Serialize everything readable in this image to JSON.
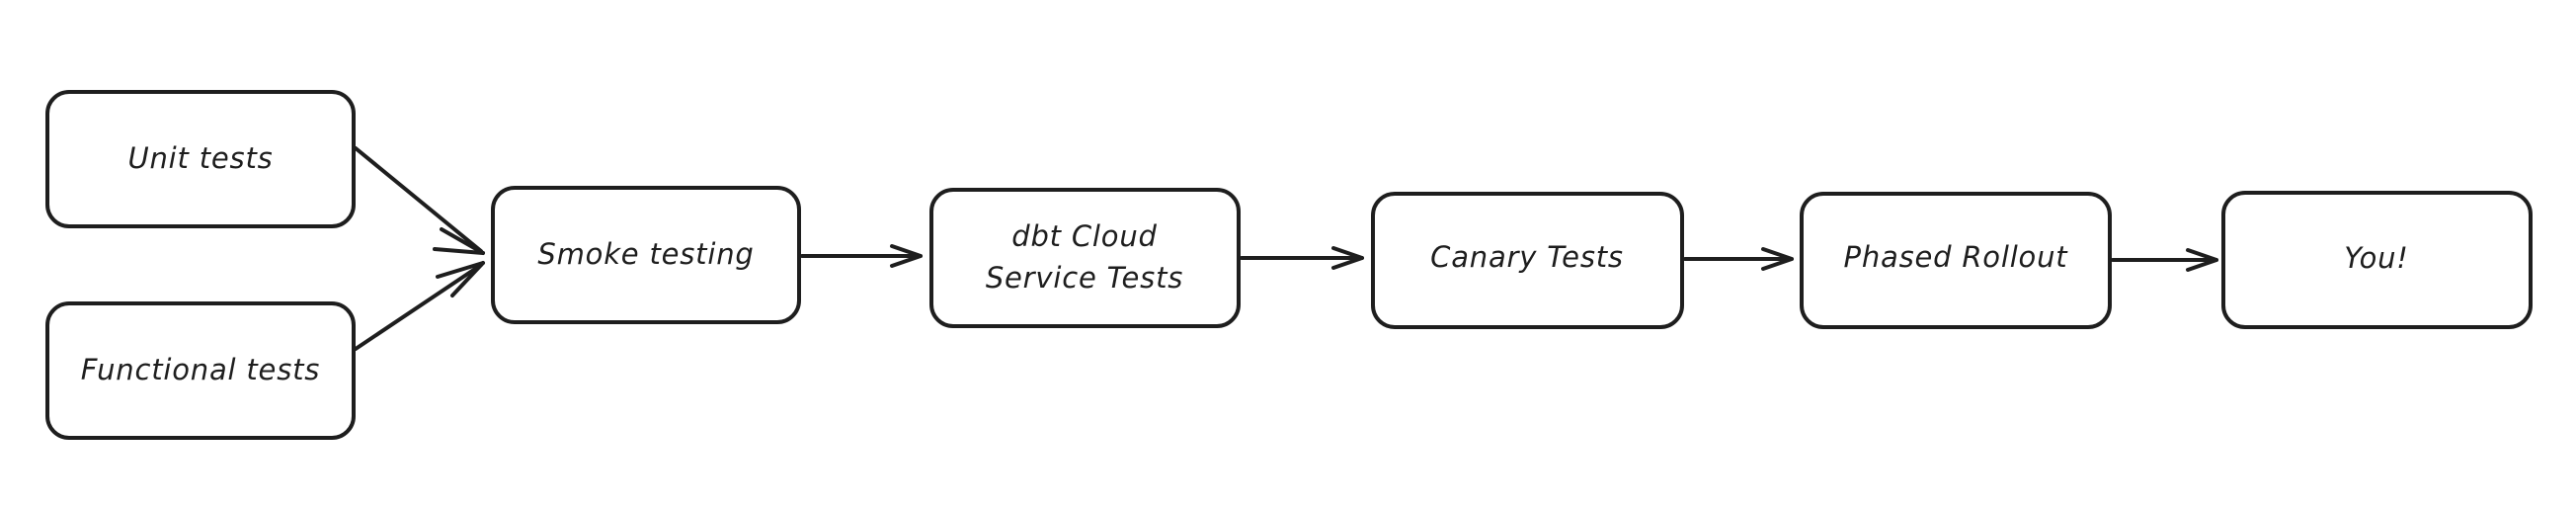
{
  "diagram": {
    "title": "Testing and release pipeline flowchart",
    "style": "hand-drawn",
    "background_color": "#ffffff",
    "stroke_color": "#1e1e1e",
    "node_fill": "#ffffff",
    "nodes": [
      {
        "id": "unit-tests",
        "label": "Unit tests",
        "label_line1": "Unit tests",
        "label_line2": ""
      },
      {
        "id": "functional-tests",
        "label": "Functional tests",
        "label_line1": "Functional tests",
        "label_line2": ""
      },
      {
        "id": "smoke-testing",
        "label": "Smoke testing",
        "label_line1": "Smoke testing",
        "label_line2": ""
      },
      {
        "id": "dbt-cloud-service-tests",
        "label": "dbt Cloud Service Tests",
        "label_line1": "dbt Cloud",
        "label_line2": "Service Tests"
      },
      {
        "id": "canary-tests",
        "label": "Canary Tests",
        "label_line1": "Canary Tests",
        "label_line2": ""
      },
      {
        "id": "phased-rollout",
        "label": "Phased Rollout",
        "label_line1": "Phased Rollout",
        "label_line2": ""
      },
      {
        "id": "you",
        "label": "You!",
        "label_line1": "You!",
        "label_line2": ""
      }
    ],
    "edges": [
      {
        "id": "edge-unit-to-smoke",
        "from": "unit-tests",
        "to": "smoke-testing"
      },
      {
        "id": "edge-functional-to-smoke",
        "from": "functional-tests",
        "to": "smoke-testing"
      },
      {
        "id": "edge-smoke-to-dbt",
        "from": "smoke-testing",
        "to": "dbt-cloud-service-tests"
      },
      {
        "id": "edge-dbt-to-canary",
        "from": "dbt-cloud-service-tests",
        "to": "canary-tests"
      },
      {
        "id": "edge-canary-to-phased",
        "from": "canary-tests",
        "to": "phased-rollout"
      },
      {
        "id": "edge-phased-to-you",
        "from": "phased-rollout",
        "to": "you"
      }
    ]
  }
}
